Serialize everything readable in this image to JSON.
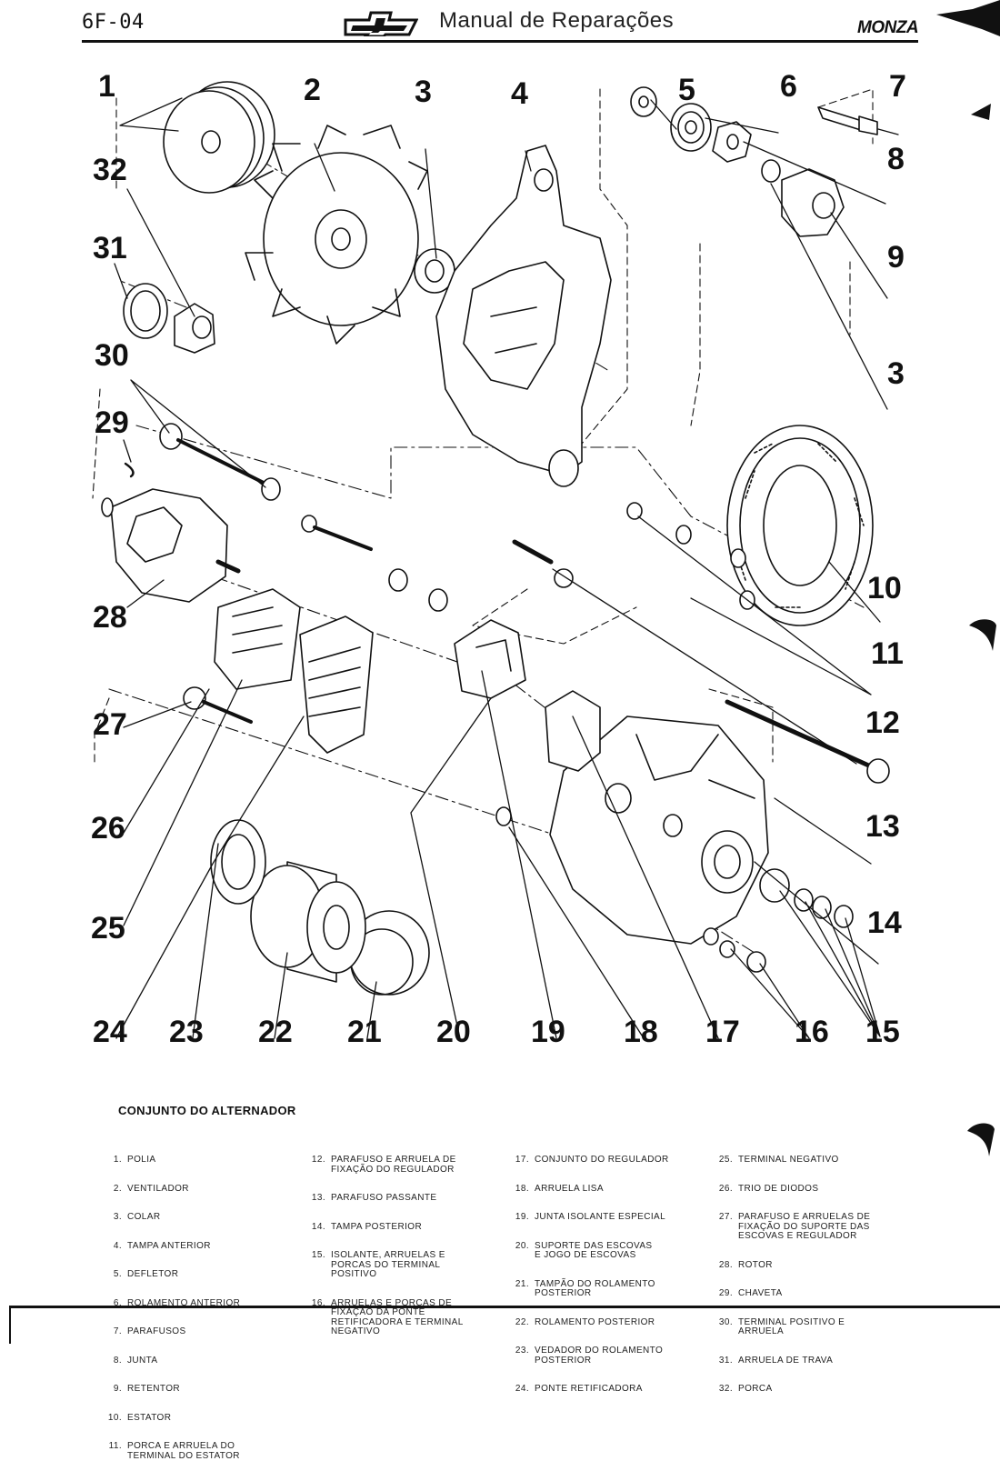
{
  "header": {
    "page_code": "6F-04",
    "manual_title": "Manual de Reparações",
    "model": "MONZA"
  },
  "diagram": {
    "callouts": [
      {
        "num": "1"
      },
      {
        "num": "2"
      },
      {
        "num": "3"
      },
      {
        "num": "4"
      },
      {
        "num": "5"
      },
      {
        "num": "6"
      },
      {
        "num": "7"
      },
      {
        "num": "8"
      },
      {
        "num": "9"
      },
      {
        "num": "3"
      },
      {
        "num": "10"
      },
      {
        "num": "11"
      },
      {
        "num": "12"
      },
      {
        "num": "13"
      },
      {
        "num": "14"
      },
      {
        "num": "15"
      },
      {
        "num": "16"
      },
      {
        "num": "17"
      },
      {
        "num": "18"
      },
      {
        "num": "19"
      },
      {
        "num": "20"
      },
      {
        "num": "21"
      },
      {
        "num": "22"
      },
      {
        "num": "23"
      },
      {
        "num": "24"
      },
      {
        "num": "25"
      },
      {
        "num": "26"
      },
      {
        "num": "27"
      },
      {
        "num": "28"
      },
      {
        "num": "29"
      },
      {
        "num": "30"
      },
      {
        "num": "31"
      },
      {
        "num": "32"
      }
    ]
  },
  "legend": {
    "title": "CONJUNTO DO ALTERNADOR",
    "columns": [
      [
        {
          "num": "1.",
          "text": "POLIA"
        },
        {
          "num": "2.",
          "text": "VENTILADOR"
        },
        {
          "num": "3.",
          "text": "COLAR"
        },
        {
          "num": "4.",
          "text": "TAMPA ANTERIOR"
        },
        {
          "num": "5.",
          "text": "DEFLETOR"
        },
        {
          "num": "6.",
          "text": "ROLAMENTO ANTERIOR"
        },
        {
          "num": "7.",
          "text": "PARAFUSOS"
        },
        {
          "num": "8.",
          "text": "JUNTA"
        },
        {
          "num": "9.",
          "text": "RETENTOR"
        },
        {
          "num": "10.",
          "text": "ESTATOR"
        },
        {
          "num": "11.",
          "text": "PORCA E ARRUELA DO\nTERMINAL DO ESTATOR"
        }
      ],
      [
        {
          "num": "12.",
          "text": "PARAFUSO E ARRUELA DE\nFIXAÇÃO DO REGULADOR"
        },
        {
          "num": "13.",
          "text": "PARAFUSO PASSANTE"
        },
        {
          "num": "14.",
          "text": "TAMPA POSTERIOR"
        },
        {
          "num": "15.",
          "text": "ISOLANTE, ARRUELAS E\nPORCAS DO TERMINAL\nPOSITIVO"
        },
        {
          "num": "16.",
          "text": "ARRUELAS E PORCAS DE\nFIXAÇÃO DA PONTE\nRETIFICADORA E TERMINAL\nNEGATIVO"
        }
      ],
      [
        {
          "num": "17.",
          "text": "CONJUNTO DO REGULADOR"
        },
        {
          "num": "18.",
          "text": "ARRUELA LISA"
        },
        {
          "num": "19.",
          "text": "JUNTA ISOLANTE ESPECIAL"
        },
        {
          "num": "20.",
          "text": "SUPORTE DAS ESCOVAS\nE JOGO DE ESCOVAS"
        },
        {
          "num": "21.",
          "text": "TAMPÃO DO ROLAMENTO\nPOSTERIOR"
        },
        {
          "num": "22.",
          "text": "ROLAMENTO POSTERIOR"
        },
        {
          "num": "23.",
          "text": "VEDADOR DO ROLAMENTO\nPOSTERIOR"
        },
        {
          "num": "24.",
          "text": "PONTE RETIFICADORA"
        }
      ],
      [
        {
          "num": "25.",
          "text": "TERMINAL NEGATIVO"
        },
        {
          "num": "26.",
          "text": "TRIO DE DIODOS"
        },
        {
          "num": "27.",
          "text": "PARAFUSO E ARRUELAS DE\nFIXAÇÃO DO SUPORTE DAS\nESCOVAS E REGULADOR"
        },
        {
          "num": "28.",
          "text": "ROTOR"
        },
        {
          "num": "29.",
          "text": "CHAVETA"
        },
        {
          "num": "30.",
          "text": "TERMINAL POSITIVO E\nARRUELA"
        },
        {
          "num": "31.",
          "text": "ARRUELA DE TRAVA"
        },
        {
          "num": "32.",
          "text": "PORCA"
        }
      ]
    ]
  }
}
